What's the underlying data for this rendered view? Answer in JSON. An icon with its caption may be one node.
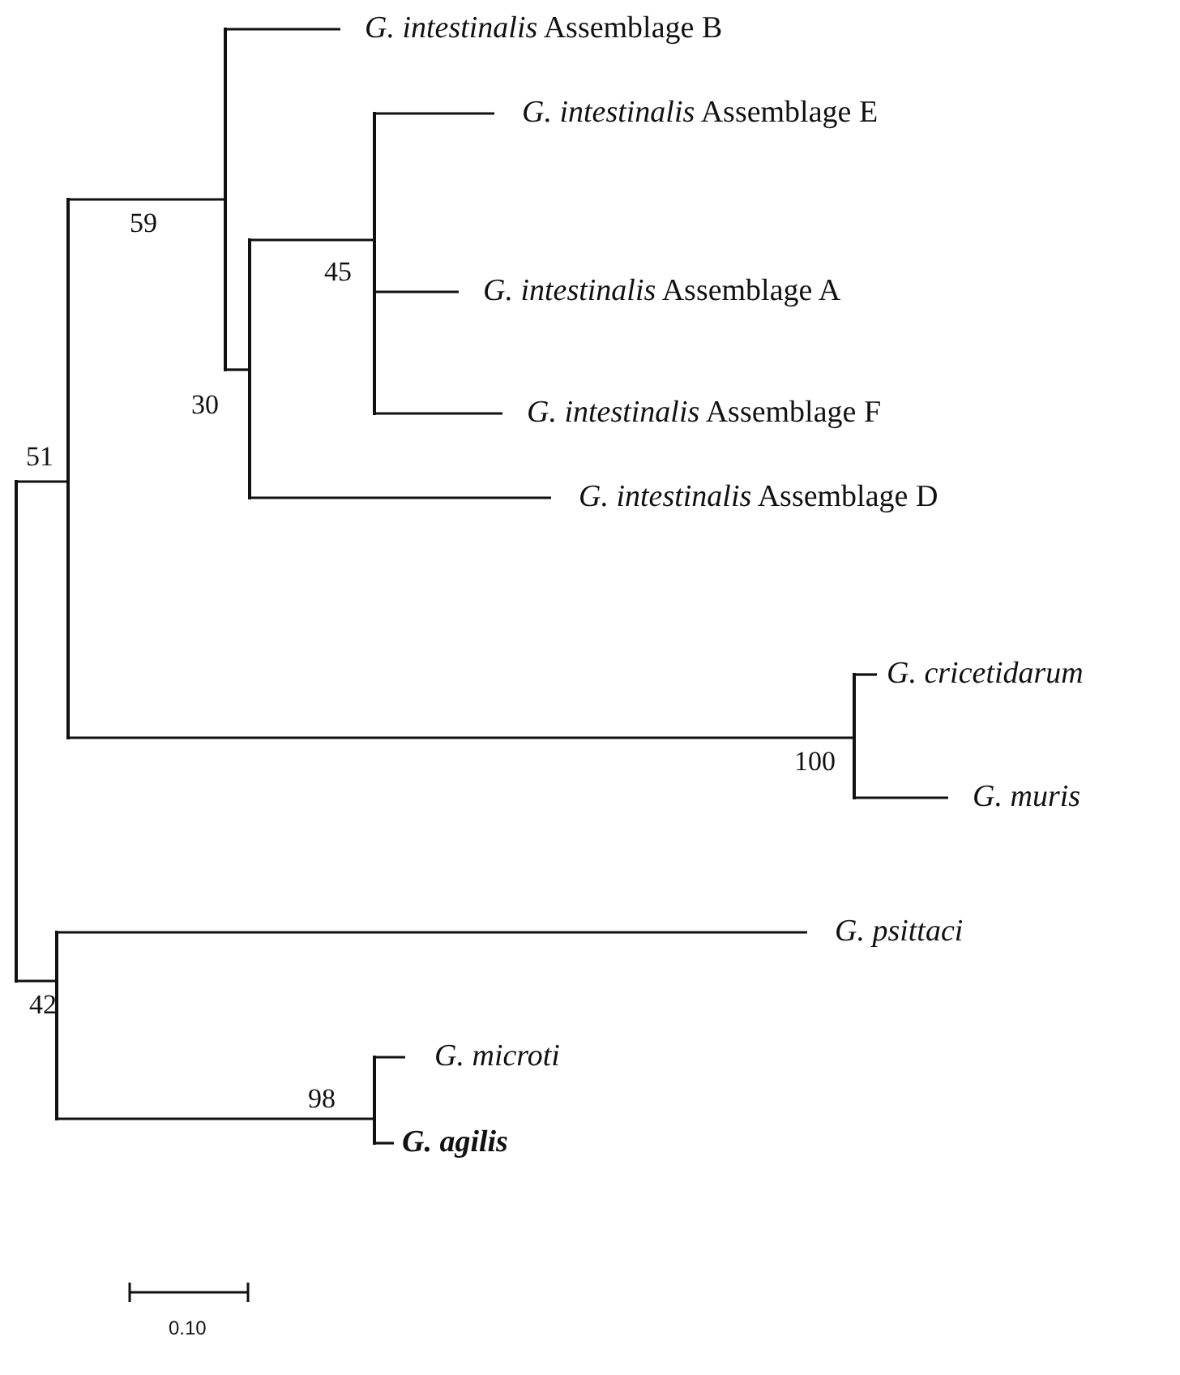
{
  "diagram": {
    "nodes": [
      {
        "text": [],
        "shape": "line"
      },
      {
        "text": [],
        "shape": "line",
        "beside": [
          "51"
        ]
      },
      {
        "text": [],
        "shape": "line",
        "beside": [
          "59"
        ]
      },
      {
        "text": [
          "*G. intestinalis* Assemblage B"
        ]
      },
      {
        "text": [],
        "shape": "line",
        "beside": [
          "30"
        ]
      },
      {
        "text": [],
        "shape": "line",
        "beside": [
          "45"
        ]
      },
      {
        "text": [
          "*G. intestinalis* Assemblage E"
        ]
      },
      {
        "text": [
          "*G. intestinalis* Assemblage A"
        ]
      },
      {
        "text": [
          "*G. intestinalis* Assemblage F"
        ]
      },
      {
        "text": [
          "*G. intestinalis* Assemblage D"
        ]
      },
      {
        "text": [],
        "shape": "line",
        "beside": [
          "100"
        ]
      },
      {
        "text": [
          "G. cricetidarum"
        ]
      },
      {
        "text": [
          "G. muris"
        ]
      },
      {
        "text": [],
        "shape": "line",
        "beside": [
          "42"
        ]
      },
      {
        "text": [
          "G. psittaci"
        ]
      },
      {
        "text": [],
        "shape": "line",
        "beside": [
          "98"
        ]
      },
      {
        "text": [
          "G. microti"
        ]
      },
      {
        "text": [
          "G. agilis"
        ]
      }
    ],
    "edges": [
      {
        "from": 0,
        "to": 1,
        "arrow": "none"
      },
      {
        "from": 1,
        "to": 2,
        "arrow": "none"
      },
      {
        "from": 2,
        "to": 3,
        "arrow": "none"
      },
      {
        "from": 2,
        "to": 4,
        "arrow": "none"
      },
      {
        "from": 4,
        "to": 5,
        "arrow": "none"
      },
      {
        "from": 5,
        "to": 6,
        "arrow": "none"
      },
      {
        "from": 5,
        "to": 7,
        "arrow": "none"
      },
      {
        "from": 5,
        "to": 8,
        "arrow": "none"
      },
      {
        "from": 4,
        "to": 9,
        "arrow": "none"
      },
      {
        "from": 1,
        "to": 10,
        "arrow": "none"
      },
      {
        "from": 10,
        "to": 11,
        "arrow": "none"
      },
      {
        "from": 10,
        "to": 12,
        "arrow": "none"
      },
      {
        "from": 0,
        "to": 13,
        "arrow": "none"
      },
      {
        "from": 13,
        "to": 14,
        "arrow": "none"
      },
      {
        "from": 13,
        "to": 15,
        "arrow": "none"
      },
      {
        "from": 15,
        "to": 16,
        "arrow": "none"
      },
      {
        "from": 15,
        "to": 17,
        "arrow": "none"
      }
    ],
    "labels": [
      "0.10"
    ]
  }
}
